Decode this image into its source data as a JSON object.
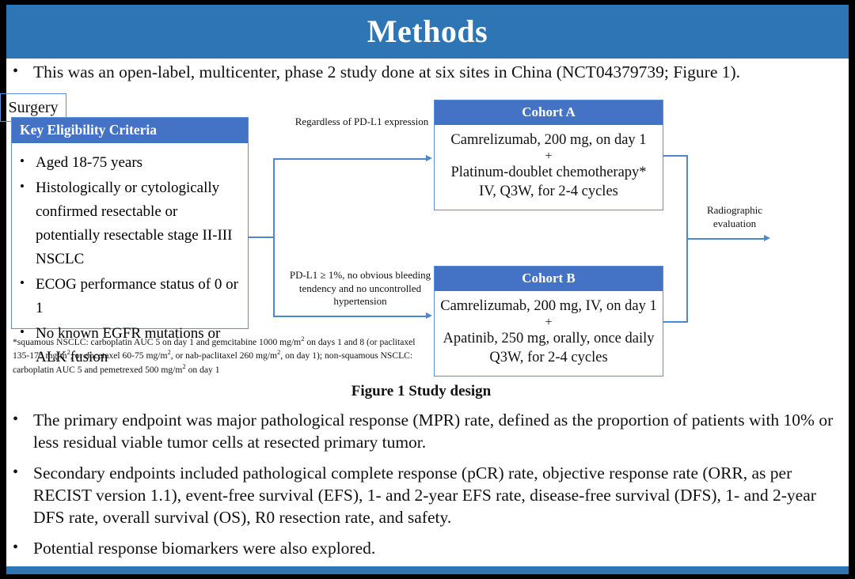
{
  "slide": {
    "title": "Methods",
    "title_bar_color": "#2E75B6",
    "accent_color": "#4472C4",
    "line_color": "#4E87CF"
  },
  "intro": {
    "bullet": "•",
    "text": "This was an open-label, multicenter, phase 2 study done at six sites in China (NCT04379739; Figure 1)."
  },
  "figure": {
    "caption": "Figure 1 Study design",
    "eligibility": {
      "header": "Key  Eligibility Criteria",
      "bullet": "•",
      "criteria": [
        "Aged 18-75 years",
        "Histologically or cytologically confirmed resectable or potentially resectable stage II-III  NSCLC",
        "ECOG performance status of 0 or 1",
        "No known EGFR mutations or ALK fusion"
      ]
    },
    "footnote": "*squamous NSCLC: carboplatin AUC 5 on day 1 and gemcitabine 1000 mg/m2 on days 1 and 8 (or paclitaxel 135-175 mg/m2, or docetaxel 60-75 mg/m2, or nab-paclitaxel 260 mg/m2, on day 1); non-squamous NSCLC: carboplatin AUC 5 and pemetrexed 500 mg/m2 on day 1",
    "cohort_a": {
      "header": "Cohort A",
      "line1": "Camrelizumab, 200 mg, on day 1",
      "plus": "+",
      "line2": "Platinum-doublet chemotherapy*",
      "line3": "IV, Q3W, for 2-4 cycles"
    },
    "cohort_b": {
      "header": "Cohort B",
      "line1": "Camrelizumab, 200 mg, IV, on day 1",
      "plus": "+",
      "line2": "Apatinib, 250 mg, orally, once daily",
      "line3": "Q3W, for 2-4 cycles"
    },
    "annotations": {
      "top": "Regardless  of PD-L1 expression",
      "bottom": "PD-L1 ≥ 1%, no obvious bleeding tendency and no uncontrolled  hypertension",
      "right": "Radiographic evaluation"
    },
    "surgery": "Surgery"
  },
  "endpoints": {
    "bullet": "•",
    "items": [
      "The primary endpoint was major pathological response (MPR) rate, defined as the proportion of patients with 10% or less residual viable tumor cells at resected primary tumor.",
      "Secondary endpoints included pathological complete response (pCR) rate, objective response rate (ORR, as per RECIST version 1.1), event-free survival (EFS), 1- and 2-year EFS rate, disease-free survival (DFS), 1- and 2-year DFS rate, overall survival (OS), R0 resection rate, and safety.",
      "Potential response biomarkers were also explored."
    ]
  }
}
